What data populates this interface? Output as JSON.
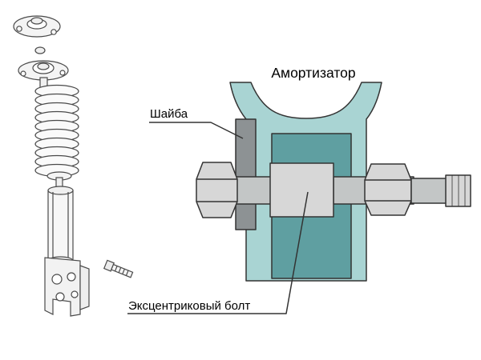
{
  "title": "Амортизатор",
  "labels": {
    "washer": "Шайба",
    "bolt": "Эксцентриковый болт"
  },
  "colors": {
    "teal_light": "#a9d4d3",
    "teal_dark": "#5f9fa1",
    "gray_light": "#d7d7d7",
    "gray_mid": "#c3c6c6",
    "gray_dark": "#8d9294",
    "outline": "#333333",
    "line_art": "#4a4a4a",
    "background": "#ffffff"
  }
}
